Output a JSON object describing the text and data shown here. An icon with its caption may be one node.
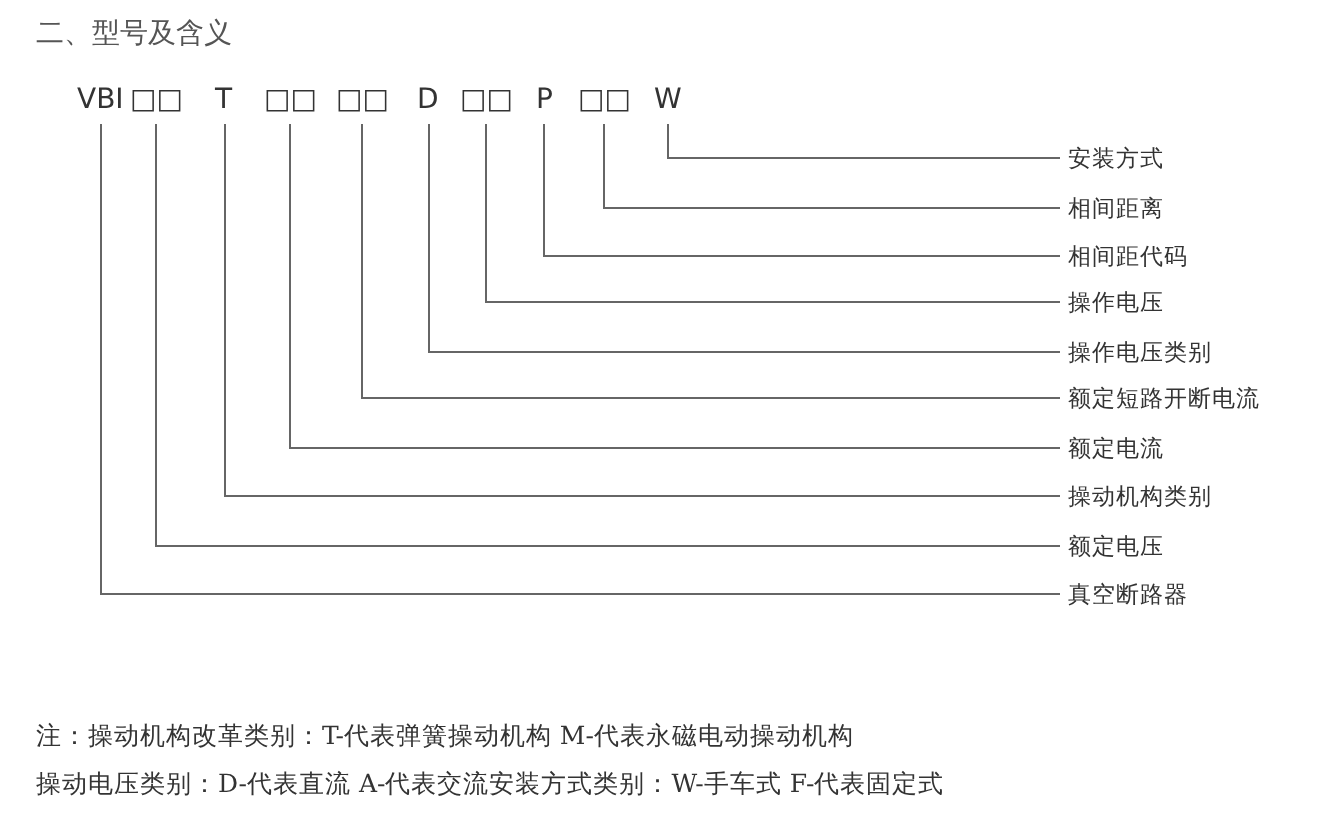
{
  "diagram": {
    "title": "二、型号及含义",
    "nodes": [
      {
        "text": [
          "VBI"
        ]
      },
      {
        "text": [
          "□□"
        ]
      },
      {
        "text": [
          "T"
        ]
      },
      {
        "text": [
          "□□"
        ]
      },
      {
        "text": [
          "□□"
        ]
      },
      {
        "text": [
          "D"
        ]
      },
      {
        "text": [
          "□□"
        ]
      },
      {
        "text": [
          "P"
        ]
      },
      {
        "text": [
          "□□"
        ]
      },
      {
        "text": [
          "W"
        ]
      },
      {
        "text": [
          "安装方式"
        ]
      },
      {
        "text": [
          "相间距离"
        ]
      },
      {
        "text": [
          "相间距代码"
        ]
      },
      {
        "text": [
          "操作电压"
        ]
      },
      {
        "text": [
          "操作电压类别"
        ]
      },
      {
        "text": [
          "额定短路开断电流"
        ]
      },
      {
        "text": [
          "额定电流"
        ]
      },
      {
        "text": [
          "操动机构类别"
        ]
      },
      {
        "text": [
          "额定电压"
        ]
      },
      {
        "text": [
          "真空断路器"
        ]
      }
    ],
    "edges": [
      {
        "from": 9,
        "to": 10,
        "arrow": "none"
      },
      {
        "from": 8,
        "to": 11,
        "arrow": "none"
      },
      {
        "from": 7,
        "to": 12,
        "arrow": "none"
      },
      {
        "from": 6,
        "to": 13,
        "arrow": "none"
      },
      {
        "from": 5,
        "to": 14,
        "arrow": "none"
      },
      {
        "from": 4,
        "to": 15,
        "arrow": "none"
      },
      {
        "from": 3,
        "to": 16,
        "arrow": "none"
      },
      {
        "from": 2,
        "to": 17,
        "arrow": "none"
      },
      {
        "from": 1,
        "to": 18,
        "arrow": "none"
      },
      {
        "from": 0,
        "to": 19,
        "arrow": "none"
      }
    ],
    "labels": [
      "注：操动机构改革类别：T-代表弹簧操动机构 M-代表永磁电动操动机构",
      "操动电压类别：D-代表直流 A-代表交流安装方式类别：W-手车式 F-代表固定式"
    ]
  }
}
